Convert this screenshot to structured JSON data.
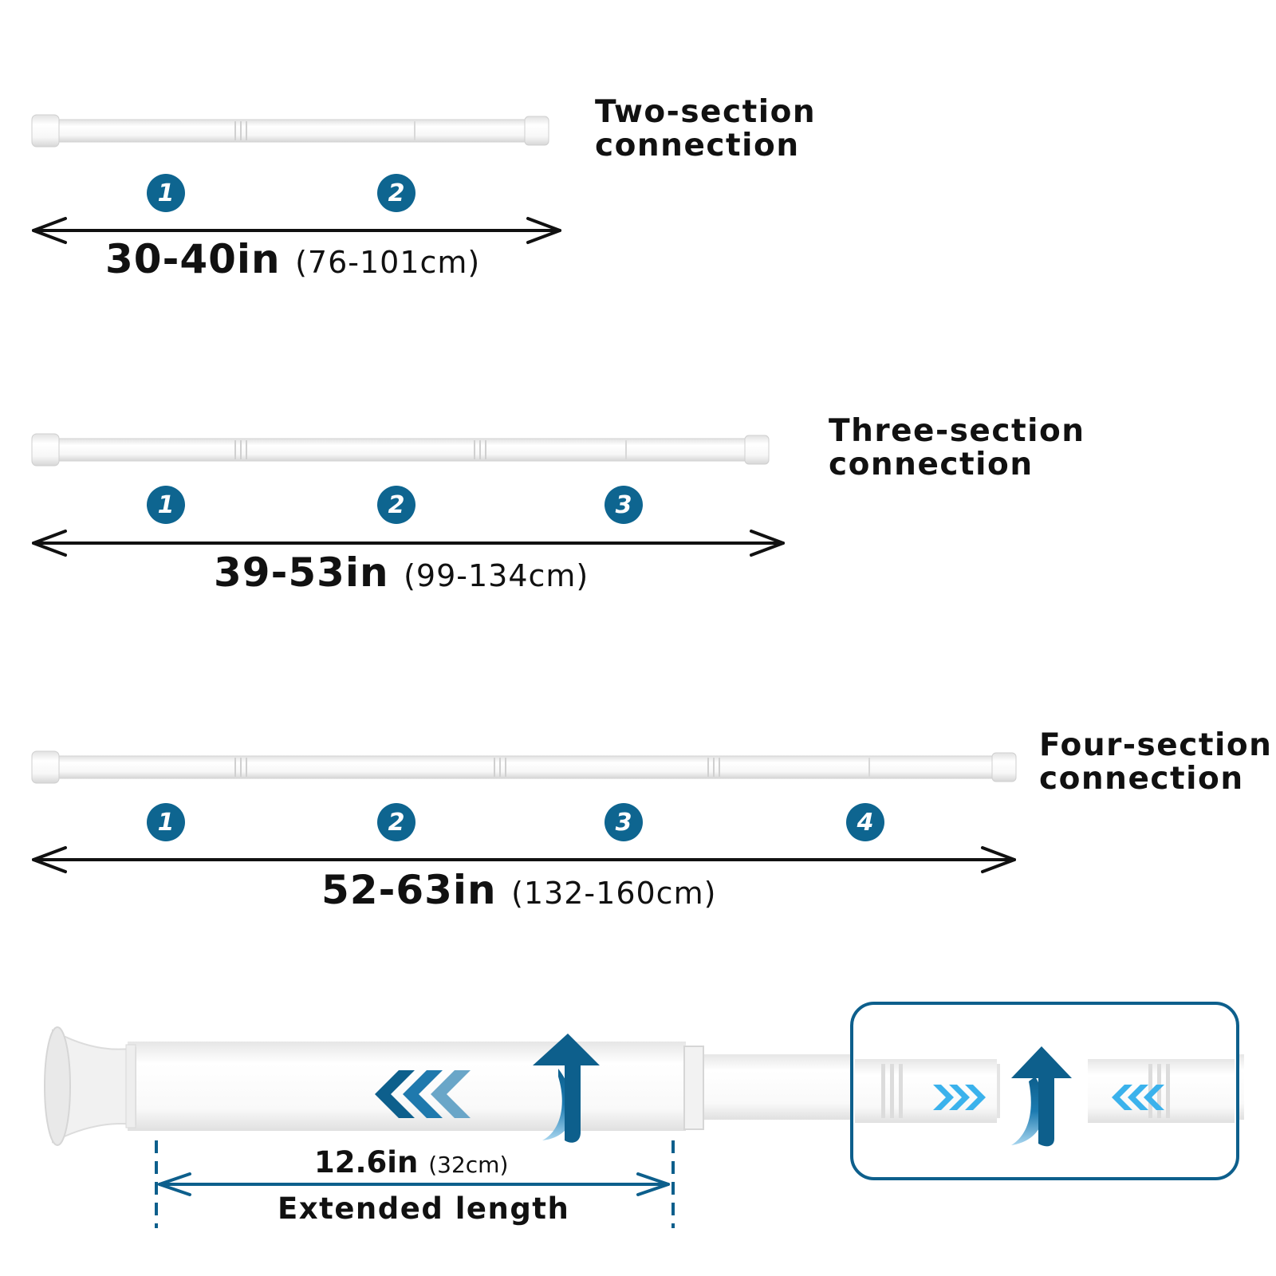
{
  "colors": {
    "badge_blue": "#0e6590",
    "accent_blue": "#0d5f8c",
    "chevron_light": "#3bb2ec",
    "rod_white": "#f4f4f4",
    "arrow_black": "#111111"
  },
  "sections": [
    {
      "label_line1": "Two-section",
      "label_line2": "connection",
      "badges": [
        "1",
        "2"
      ],
      "inches": "30-40in",
      "cm": "(76-101cm)"
    },
    {
      "label_line1": "Three-section",
      "label_line2": "connection",
      "badges": [
        "1",
        "2",
        "3"
      ],
      "inches": "39-53in",
      "cm": "(99-134cm)"
    },
    {
      "label_line1": "Four-section",
      "label_line2": "connection",
      "badges": [
        "1",
        "2",
        "3",
        "4"
      ],
      "inches": "52-63in",
      "cm": "(132-160cm)"
    }
  ],
  "extended": {
    "inches": "12.6in",
    "cm": "(32cm)",
    "label": "Extended length"
  },
  "icons": [
    "double-arrow-icon",
    "rotate-arrow-icon",
    "chevron-left-icon",
    "chevron-right-icon",
    "number-badge-icon"
  ]
}
